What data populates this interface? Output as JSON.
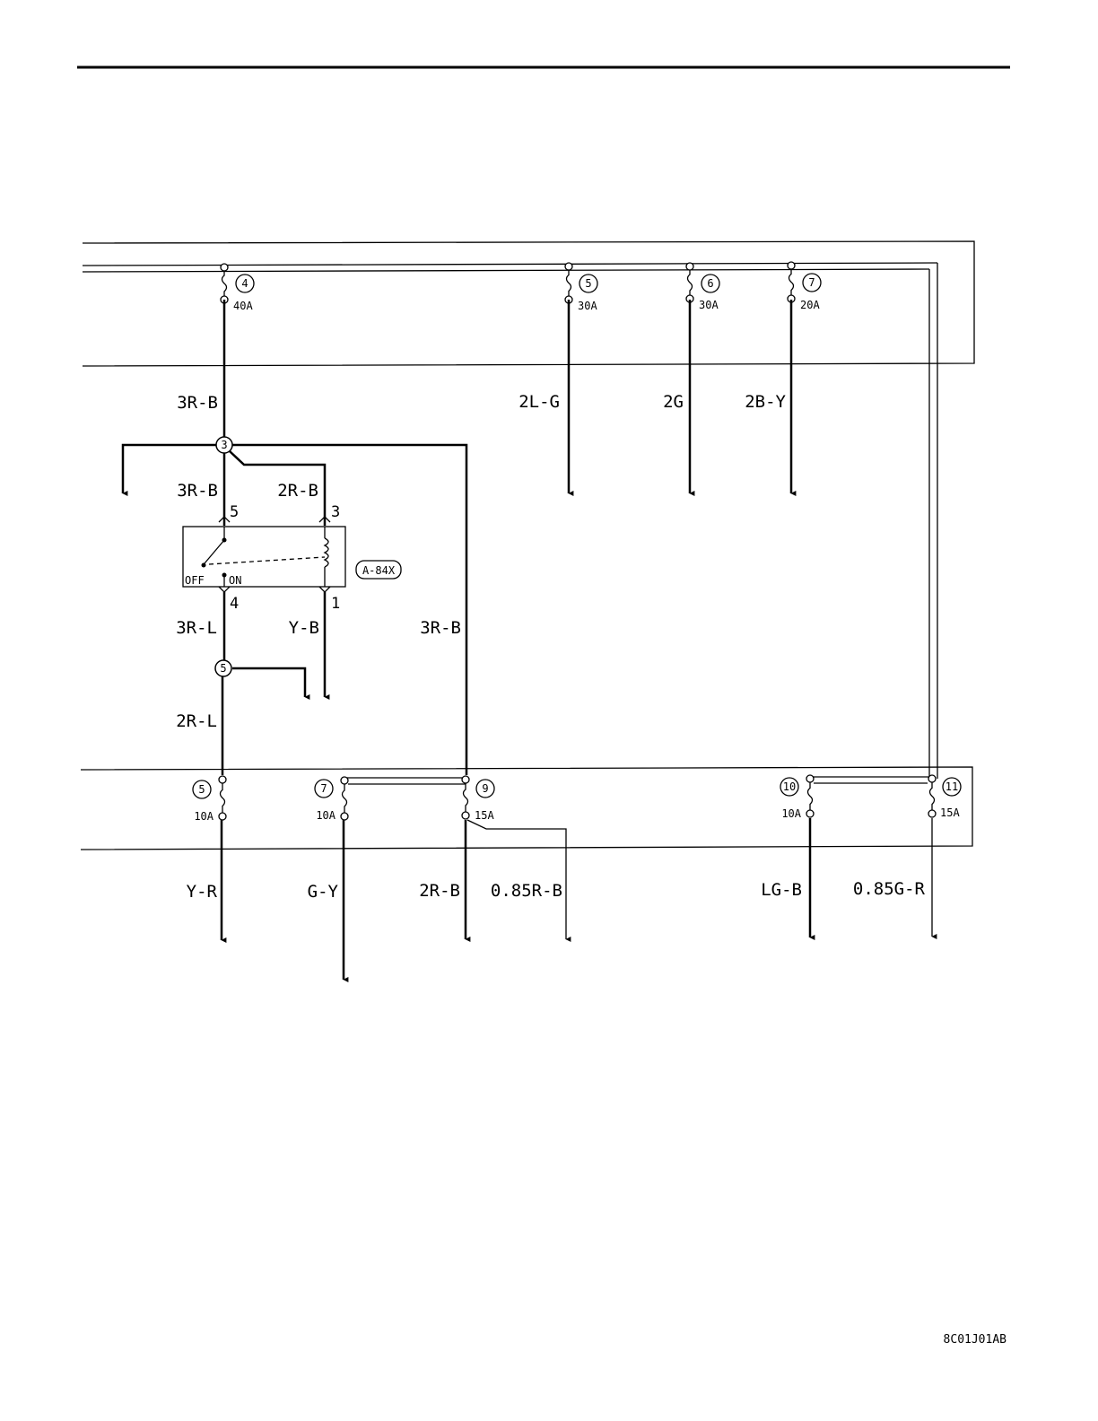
{
  "header_rule": true,
  "upper_fuses": [
    {
      "num": "4",
      "rating": "40A"
    },
    {
      "num": "5",
      "rating": "30A"
    },
    {
      "num": "6",
      "rating": "30A"
    },
    {
      "num": "7",
      "rating": "20A"
    }
  ],
  "upper_wires": [
    {
      "label": "3R-B"
    },
    {
      "label": "2L-G"
    },
    {
      "label": "2G"
    },
    {
      "label": "2B-Y"
    }
  ],
  "junctions": [
    {
      "num": "3"
    },
    {
      "num": "5"
    }
  ],
  "relay": {
    "id": "A-84X",
    "off_label": "OFF",
    "on_label": "ON",
    "terminals": [
      "5",
      "3",
      "4",
      "1"
    ],
    "wires": [
      "3R-B",
      "2R-B",
      "3R-L",
      "Y-B"
    ]
  },
  "middle_wires": [
    {
      "label": "2R-L"
    },
    {
      "label": "3R-B"
    }
  ],
  "lower_fuses": [
    {
      "num": "5",
      "rating": "10A"
    },
    {
      "num": "7",
      "rating": "10A"
    },
    {
      "num": "9",
      "rating": "15A"
    },
    {
      "num": "10",
      "rating": "10A"
    },
    {
      "num": "11",
      "rating": "15A"
    }
  ],
  "lower_wires": [
    {
      "label": "Y-R"
    },
    {
      "label": "G-Y"
    },
    {
      "label": "2R-B"
    },
    {
      "label": "0.85R-B"
    },
    {
      "label": "LG-B"
    },
    {
      "label": "0.85G-R"
    }
  ],
  "figure_code": "8C01J01AB"
}
